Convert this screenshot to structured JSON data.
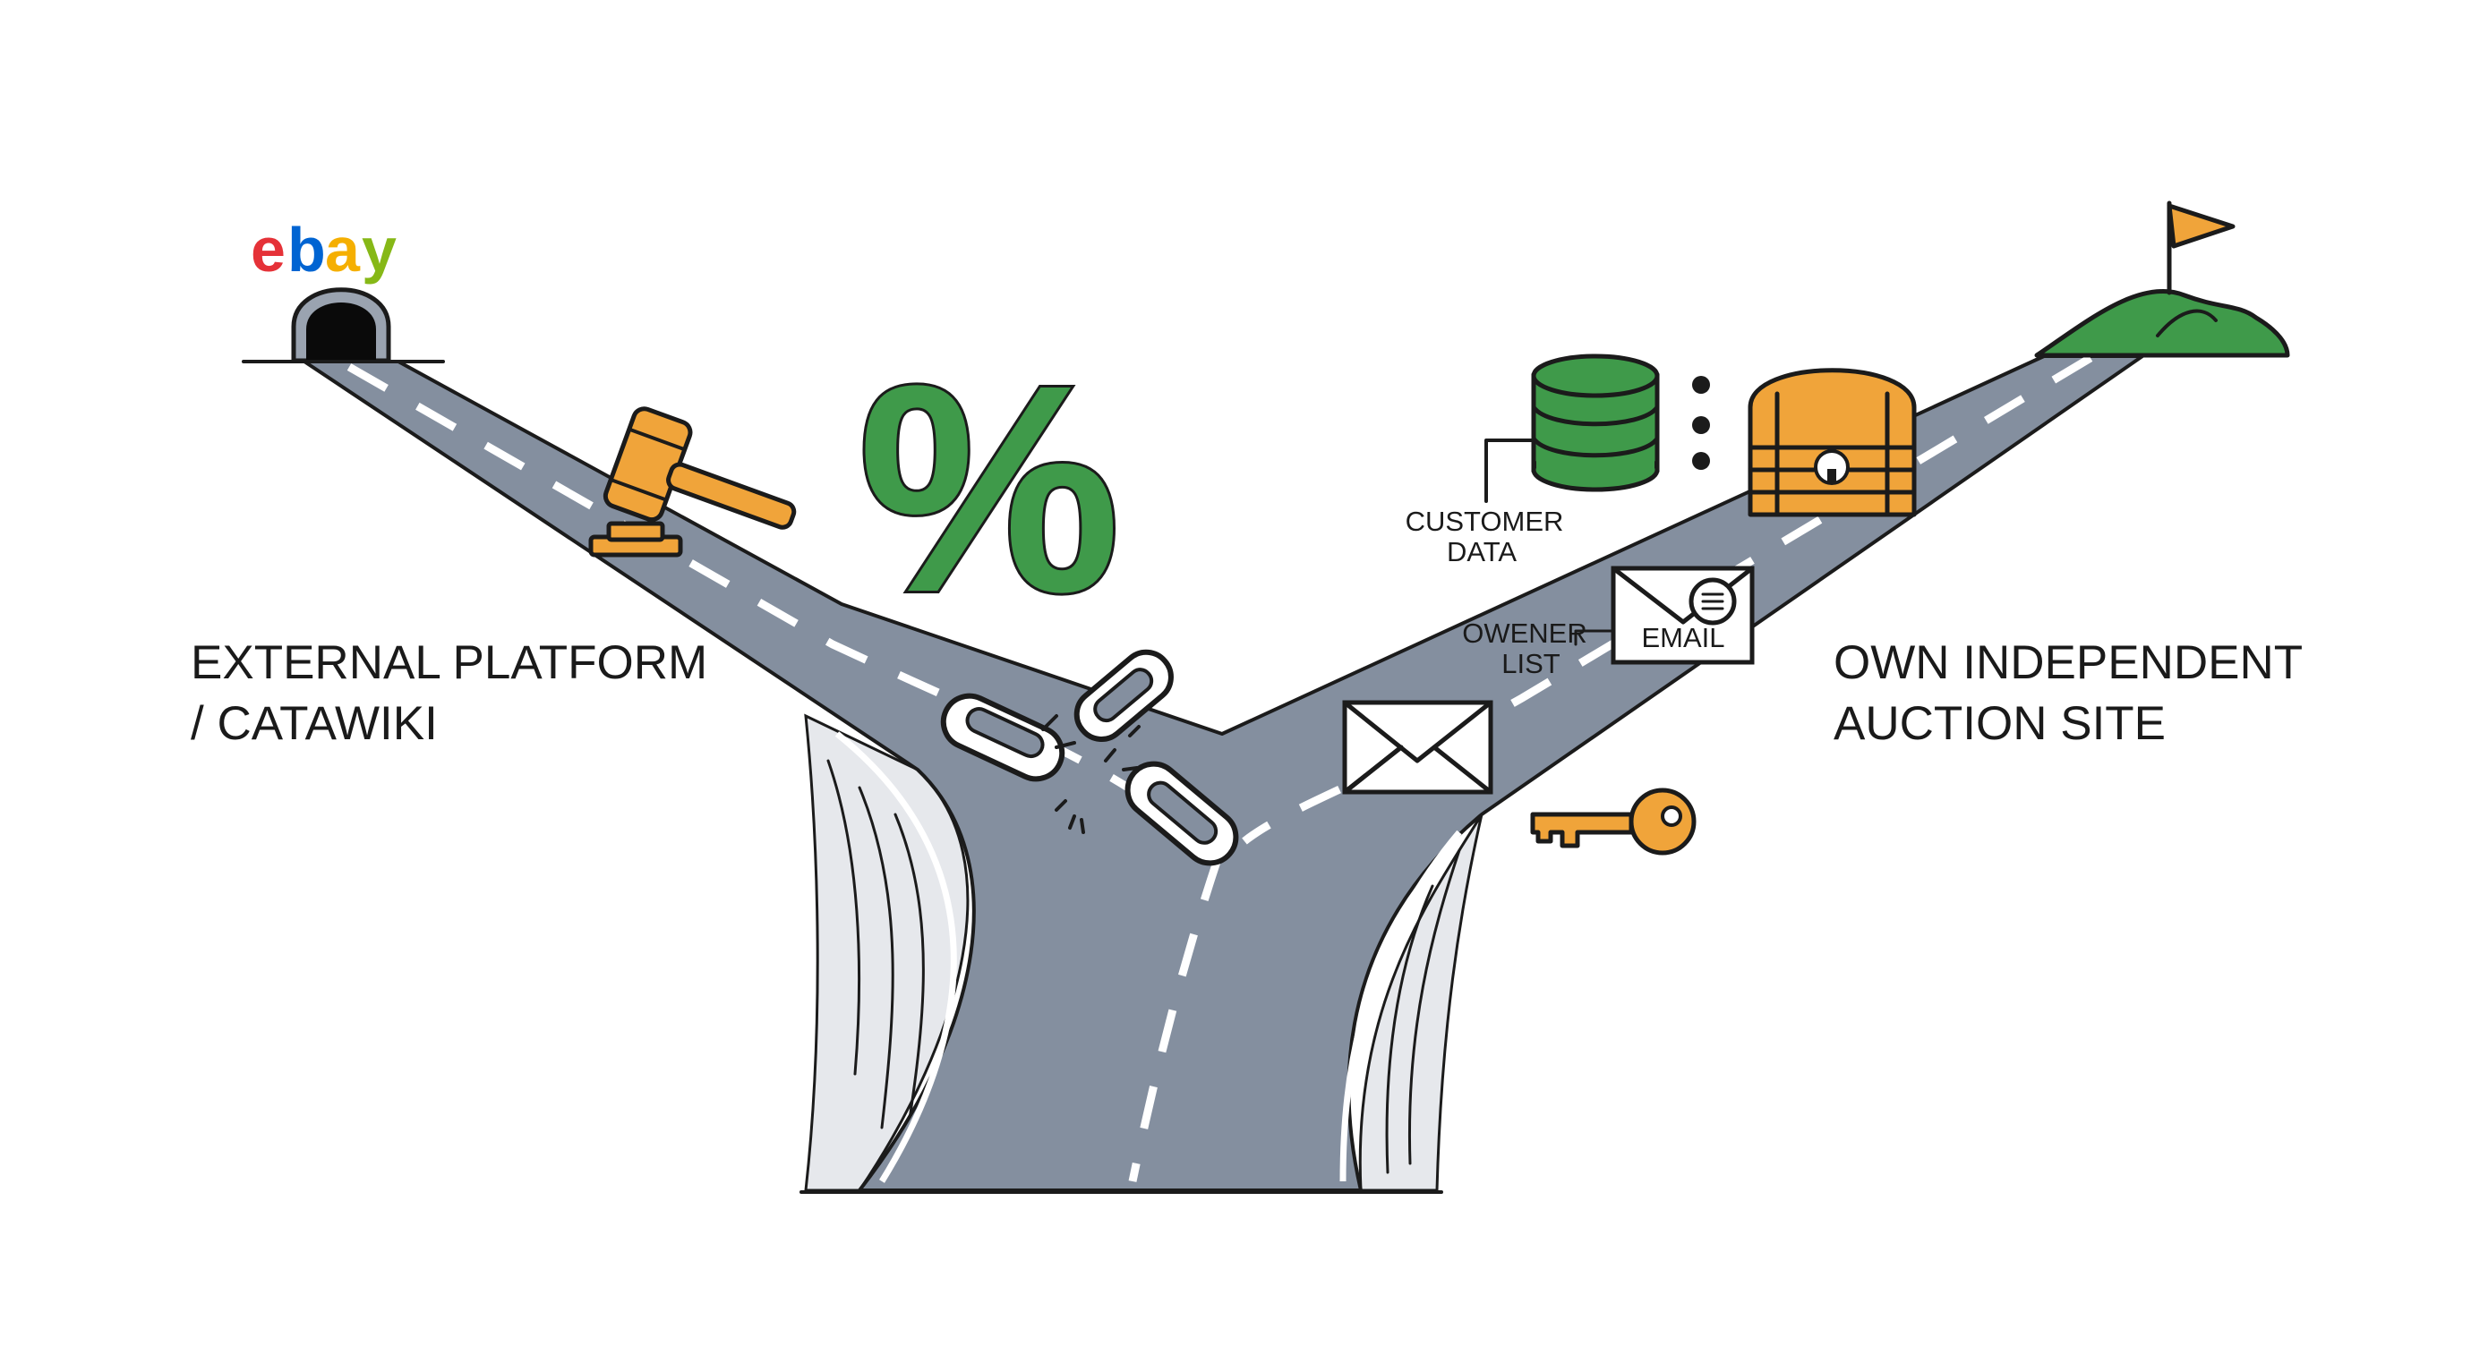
{
  "labels": {
    "left_line1": "EXTERNAL PLATFORM",
    "left_line2": "/ CATAWIKI",
    "right_line1": "OWN INDEPENDENT",
    "right_line2": "AUCTION SITE",
    "customer_line1": "CUSTOMER",
    "customer_line2": "DATA",
    "owner_line1": "OWENER",
    "owner_line2": "LIST",
    "email": "EMAIL",
    "percent": "%"
  },
  "logo": {
    "letters": [
      "e",
      "b",
      "a",
      "y"
    ],
    "colors": [
      "#e53238",
      "#0064d2",
      "#f5af02",
      "#86b817"
    ]
  },
  "icons": [
    "tunnel-icon",
    "gavel-icon",
    "percent-icon",
    "broken-chain-icon",
    "database-icon",
    "treasure-chest-icon",
    "envelope-icon",
    "key-icon",
    "flag-hill-icon"
  ],
  "colors": {
    "road": "#848f9f",
    "accent_orange": "#f0a43a",
    "accent_green": "#3f9a4a",
    "cliff": "#e6e8ec"
  }
}
